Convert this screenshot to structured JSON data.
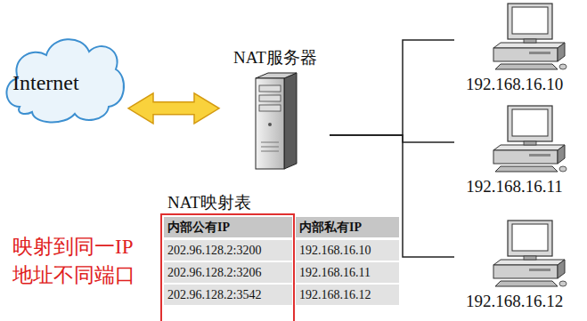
{
  "diagram": {
    "nodes": [
      {
        "text": [
          "Internet"
        ]
      },
      {
        "text": [
          "NAT服务器"
        ]
      },
      {
        "text": [
          "192.168.16.10"
        ]
      },
      {
        "text": [
          "192.168.16.11"
        ]
      },
      {
        "text": [
          "192.168.16.12"
        ]
      }
    ],
    "edges": [
      {
        "from": 0,
        "to": 1,
        "arrow": "both"
      },
      {
        "from": 1,
        "to": 2,
        "arrow": "none"
      },
      {
        "from": 1,
        "to": 3,
        "arrow": "none"
      },
      {
        "from": 1,
        "to": 4,
        "arrow": "none"
      }
    ],
    "labels": [
      "NAT映射表",
      "内部公有IP",
      "内部私有IP",
      "202.96.128.2:3200",
      "192.168.16.10",
      "202.96.128.2:3206",
      "192.168.16.11",
      "202.96.128.2:3542",
      "192.168.16.12",
      "映射到同一IP地址不同端口"
    ]
  }
}
